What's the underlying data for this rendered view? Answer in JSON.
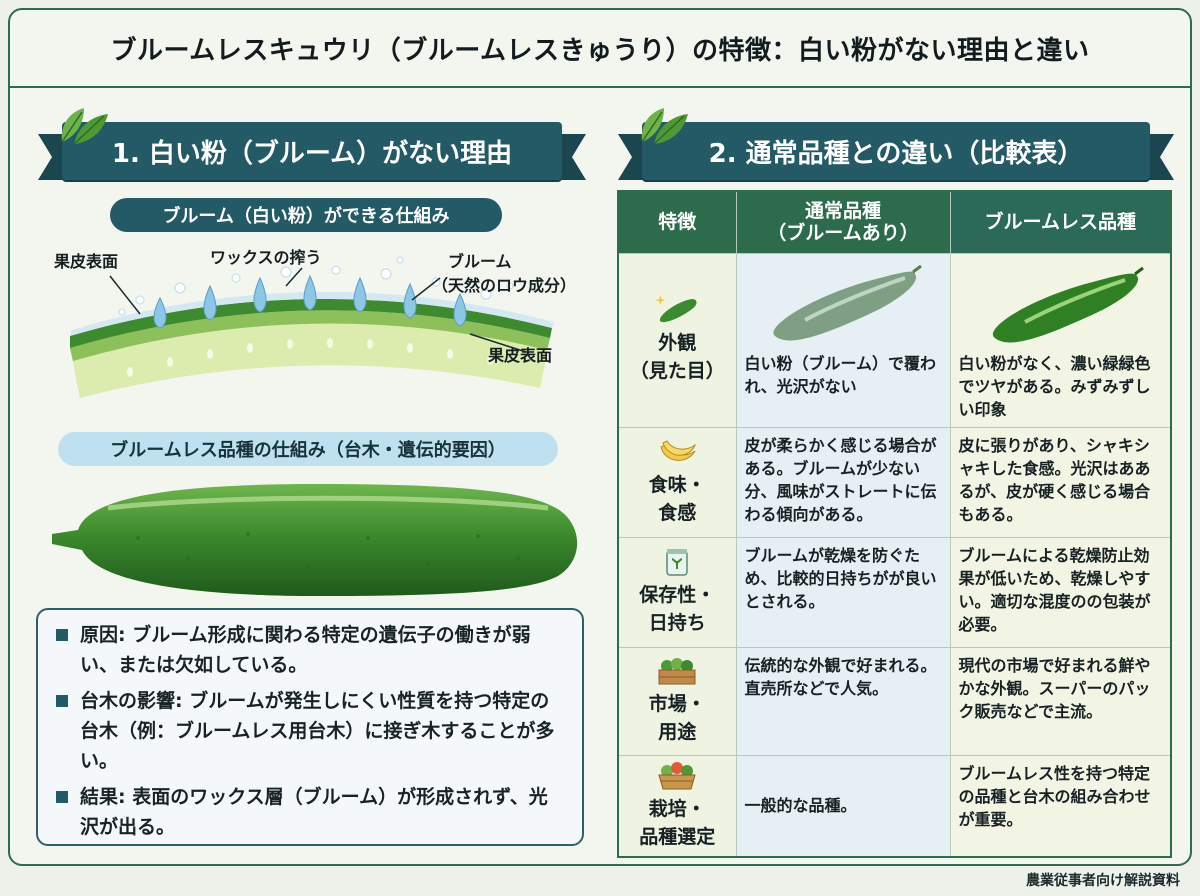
{
  "title": "ブルームレスキュウリ（ブルームレスきゅうり）の特徴：白い粉がない理由と違い",
  "section1": {
    "heading": "1. 白い粉（ブルーム）がない理由",
    "mechanism_title": "ブルーム（白い粉）ができる仕組み",
    "labels": {
      "peel_surface_left": "果皮表面",
      "wax_secretion": "ワックスの搾う",
      "bloom": "ブルーム",
      "bloom_note": "（天然のロウ成分）",
      "peel_surface_right": "果皮表面"
    },
    "bloomless_title": "ブルームレス品種の仕組み（台木・遺伝的要因）",
    "notes": [
      "原因: ブルーム形成に関わる特定の遺伝子の働きが弱い、または欠如している。",
      "台木の影響: ブルームが発生しにくい性質を持つ特定の台木（例：ブルームレス用台木）に接ぎ木することが多い。",
      "結果: 表面のワックス層（ブルーム）が形成されず、光沢が出る。"
    ]
  },
  "section2": {
    "heading": "2. 通常品種との違い（比較表）",
    "headers": {
      "feature": "特徴",
      "normal": "通常品種\n（ブルームあり）",
      "bloomless": "ブルームレス品種"
    },
    "rows": [
      {
        "feature": "外観\n（見た目）",
        "icon": "cucumber-sparkle-icon",
        "normal": "白い粉（ブルーム）で覆われ、光沢がない",
        "bloomless": "白い粉がなく、濃い緑緑色でツヤがある。みずみずしい印象"
      },
      {
        "feature": "食味・\n食感",
        "icon": "banana-icon",
        "normal": "皮が柔らかく感じる場合がある。ブルームが少ない分、風味がストレートに伝わる傾向がある。",
        "bloomless": "皮に張りがあり、シャキシャキした食感。光沢はああるが、皮が硬く感じる場合もある。"
      },
      {
        "feature": "保存性・\n日持ち",
        "icon": "storage-jar-icon",
        "normal": "ブルームが乾燥を防ぐため、比較的日持ちがが良いとされる。",
        "bloomless": "ブルームによる乾燥防止効果が低いため、乾燥しやすい。適切な混度のの包装が必要。"
      },
      {
        "feature": "市場・\n用途",
        "icon": "vegetable-crate-icon",
        "normal": "伝統的な外観で好まれる。直売所などで人気。",
        "bloomless": "現代の市場で好まれる鮮やかな外観。スーパーのパック販売などで主流。"
      },
      {
        "feature": "栽培・\n品種選定",
        "icon": "vegetable-basket-icon",
        "normal": "一般的な品種。",
        "bloomless": "ブルームレス性を持つ特定の品種と台木の組み合わせが重要。"
      }
    ]
  },
  "footer": "農業従事者向け解説資料",
  "colors": {
    "ribbon": "#245a66",
    "table_header": "#2c6b4c",
    "frame": "#2f6b4e",
    "cucumber": "#3c8a2e"
  }
}
